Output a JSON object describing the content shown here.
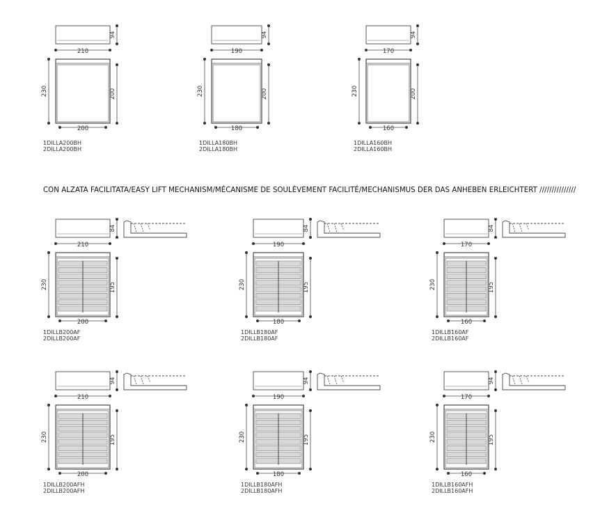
{
  "section_title": "CON ALZATA FACILITATA/EASY LIFT MECHANISM/MÉCANISME DE SOULÈVEMENT FACILITÉ/MECHANISMUS DER DAS ANHEBEN ERLEICHTERT ///////////////",
  "groups": [
    {
      "id": "base",
      "models": [
        {
          "head_width": "210",
          "head_depth": "94",
          "length": "230",
          "mattress_length": "200",
          "mattress_width": "200",
          "codes": [
            "1DILLA200BH",
            "2DILLA200BH"
          ]
        },
        {
          "head_width": "190",
          "head_depth": "94",
          "length": "230",
          "mattress_length": "200",
          "mattress_width": "180",
          "codes": [
            "1DILLA180BH",
            "2DILLA180BH"
          ]
        },
        {
          "head_width": "170",
          "head_depth": "94",
          "length": "230",
          "mattress_length": "200",
          "mattress_width": "160",
          "codes": [
            "1DILLA160BH",
            "2DILLA160BH"
          ]
        }
      ]
    },
    {
      "id": "lift-af",
      "models": [
        {
          "head_width": "210",
          "head_depth": "84",
          "length": "230",
          "mattress_length": "195",
          "mattress_width": "200",
          "codes": [
            "1DILLB200AF",
            "2DILLB200AF"
          ]
        },
        {
          "head_width": "190",
          "head_depth": "84",
          "length": "230",
          "mattress_length": "195",
          "mattress_width": "180",
          "codes": [
            "1DILLB180AF",
            "2DILLB180AF"
          ]
        },
        {
          "head_width": "170",
          "head_depth": "84",
          "length": "230",
          "mattress_length": "195",
          "mattress_width": "160",
          "codes": [
            "1DILLB160AF",
            "2DILLB160AF"
          ]
        }
      ]
    },
    {
      "id": "lift-afh",
      "models": [
        {
          "head_width": "210",
          "head_depth": "94",
          "length": "230",
          "mattress_length": "195",
          "mattress_width": "200",
          "codes": [
            "1DILLB200AFH",
            "2DILLB200AFH"
          ]
        },
        {
          "head_width": "190",
          "head_depth": "94",
          "length": "230",
          "mattress_length": "195",
          "mattress_width": "180",
          "codes": [
            "1DILLB180AFH",
            "2DILLB180AFH"
          ]
        },
        {
          "head_width": "170",
          "head_depth": "94",
          "length": "230",
          "mattress_length": "195",
          "mattress_width": "160",
          "codes": [
            "1DILLB160AFH",
            "2DILLB160AFH"
          ]
        }
      ]
    }
  ]
}
